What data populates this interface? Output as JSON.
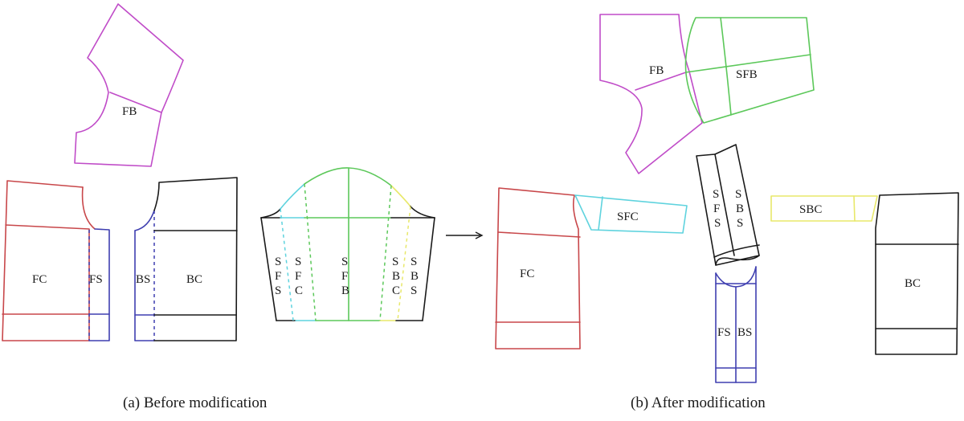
{
  "colors": {
    "magenta": "#c04cc8",
    "red": "#c8474a",
    "blue": "#3f3fb0",
    "black": "#1a1a1a",
    "green": "#5cc85a",
    "cyan": "#5fd3de",
    "yellow": "#e8e86a"
  },
  "panel_a": {
    "caption": "(a) Before modification",
    "pieces": {
      "front_bodice": "FB",
      "front_center": "FC",
      "front_side": "FS",
      "back_side": "BS",
      "back_center": "BC"
    },
    "sleeve": {
      "columns": [
        {
          "id": "SFS",
          "letters": [
            "S",
            "F",
            "S"
          ]
        },
        {
          "id": "SFC",
          "letters": [
            "S",
            "F",
            "C"
          ]
        },
        {
          "id": "SFB",
          "letters": [
            "S",
            "F",
            "B"
          ]
        },
        {
          "id": "SBC",
          "letters": [
            "S",
            "B",
            "C"
          ]
        },
        {
          "id": "SBS",
          "letters": [
            "S",
            "B",
            "S"
          ]
        }
      ]
    }
  },
  "arrow": {
    "direction": "right"
  },
  "panel_b": {
    "caption": "(b) After modification",
    "pieces": {
      "front_bodice": "FB",
      "sleeve_front_bodice": "SFB",
      "front_center": "FC",
      "sleeve_front_center": "SFC",
      "sleeve_back_center": "SBC",
      "back_center": "BC",
      "front_side": "FS",
      "back_side": "BS"
    },
    "side_sleeve": {
      "columns": [
        {
          "id": "SFS",
          "letters": [
            "S",
            "F",
            "S"
          ]
        },
        {
          "id": "SBS",
          "letters": [
            "S",
            "B",
            "S"
          ]
        }
      ]
    }
  }
}
